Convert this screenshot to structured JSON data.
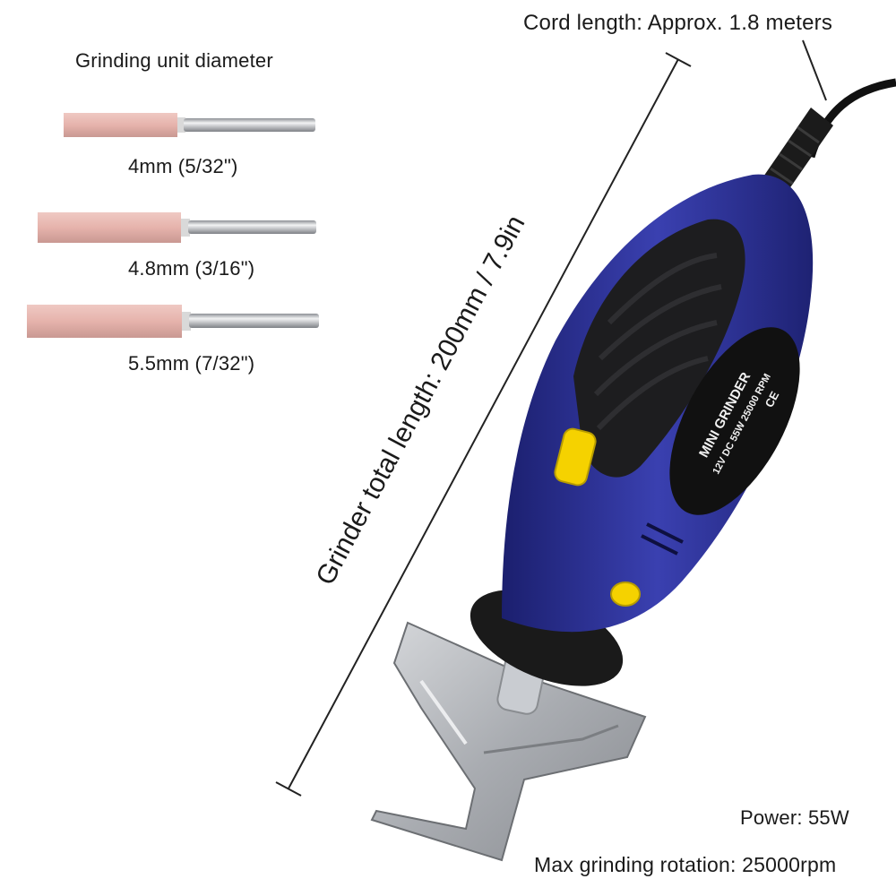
{
  "header": {
    "diameter_title": "Grinding unit diameter",
    "cord_length": "Cord length: Approx. 1.8 meters"
  },
  "stones": [
    {
      "label": "4mm (5/32\")"
    },
    {
      "label": "4.8mm (3/16\")"
    },
    {
      "label": "5.5mm (7/32\")"
    }
  ],
  "dimension": {
    "total_length": "Grinder total length: 200mm / 7.9in"
  },
  "specs": {
    "power": "Power: 55W",
    "rotation": "Max grinding rotation: 25000rpm"
  },
  "product_label": {
    "brand": "MINI GRINDER",
    "rating": "12V DC 55W 25000 RPM",
    "mark": "CE"
  },
  "colors": {
    "body_blue": "#2a2f8f",
    "grip_black": "#1d1d1f",
    "button_yellow": "#f5d200",
    "stone_pink": "#e3b3ad",
    "guide_metal": "#b9bcc0"
  }
}
